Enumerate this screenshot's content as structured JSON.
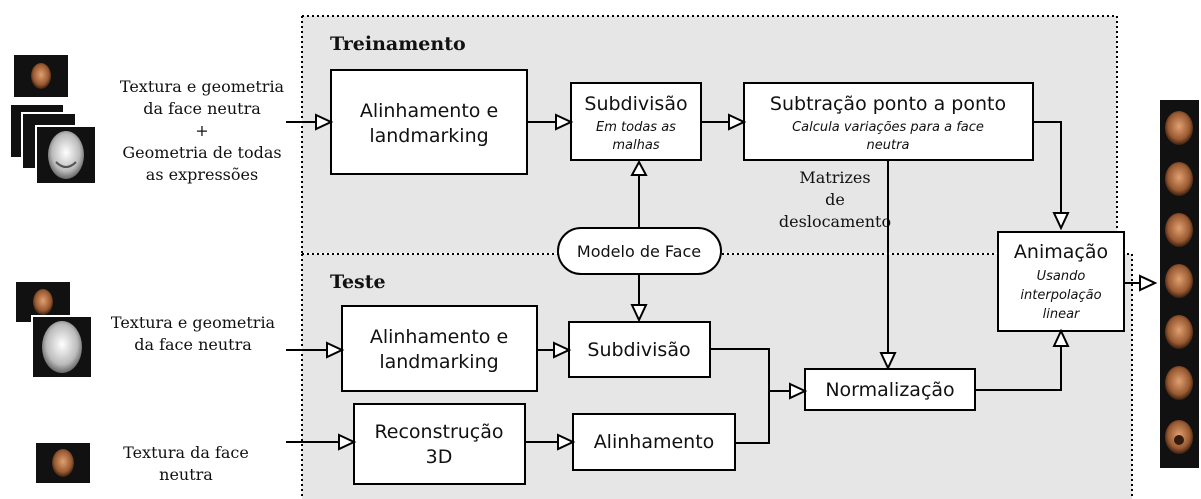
{
  "regions": {
    "train_label": "Treinamento",
    "test_label": "Teste",
    "region_fill": "#e6e6e6"
  },
  "train": {
    "input_line1": "Textura e geometria",
    "input_line2": "da face neutra",
    "input_line3": "+",
    "input_line4": "Geometria de todas",
    "input_line5": "as expressões",
    "align_line1": "Alinhamento e",
    "align_line2": "landmarking",
    "subdiv_title": "Subdivisão",
    "subdiv_sub1": "Em todas as",
    "subdiv_sub2": "malhas",
    "subtract_title": "Subtração ponto a ponto",
    "subtract_sub1": "Calcula variações para a face",
    "subtract_sub2": "neutra",
    "matrices_line1": "Matrizes",
    "matrices_line2": "de",
    "matrices_line3": "deslocamento"
  },
  "model": {
    "label": "Modelo de Face"
  },
  "animation": {
    "title": "Animação",
    "sub1": "Usando",
    "sub2": "interpolação",
    "sub3": "linear"
  },
  "test": {
    "input1_line1": "Textura e geometria",
    "input1_line2": "da face neutra",
    "align_line1": "Alinhamento e",
    "align_line2": "landmarking",
    "subdiv_title": "Subdivisão",
    "input2_line1": "Textura da face",
    "input2_line2": "neutra",
    "recon_line1": "Reconstrução",
    "recon_line2": "3D",
    "alignment_title": "Alinhamento",
    "normalization_title": "Normalização"
  }
}
